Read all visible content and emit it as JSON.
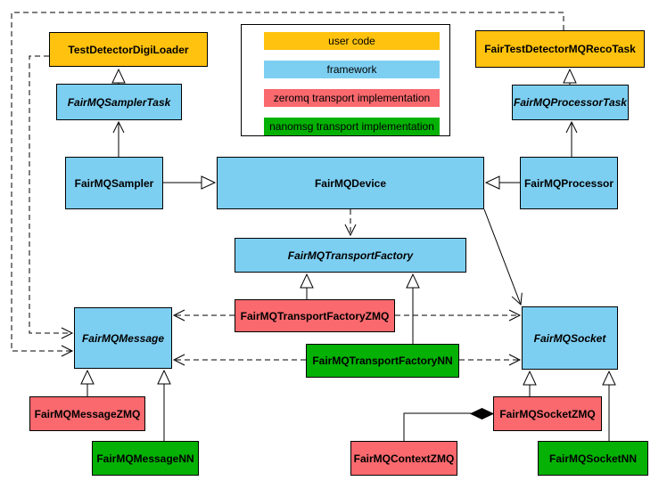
{
  "legend": {
    "items": [
      {
        "label": "user code",
        "color": "#FFC20E"
      },
      {
        "label": "framework",
        "color": "#7DCFF2"
      },
      {
        "label": "zeromq transport implementation",
        "color": "#F9696E"
      },
      {
        "label": "nanomsg transport implementation",
        "color": "#04B104"
      }
    ]
  },
  "nodes": {
    "testDetectorDigiLoader": {
      "label": "TestDetectorDigiLoader",
      "category": "user code",
      "abstract": false
    },
    "fairTestDetectorMQRecoTask": {
      "label": "FairTestDetectorMQRecoTask",
      "category": "user code",
      "abstract": false
    },
    "fairMQSamplerTask": {
      "label": "FairMQSamplerTask",
      "category": "framework",
      "abstract": true
    },
    "fairMQProcessorTask": {
      "label": "FairMQProcessorTask",
      "category": "framework",
      "abstract": true
    },
    "fairMQSampler": {
      "label": "FairMQSampler",
      "category": "framework",
      "abstract": false
    },
    "fairMQDevice": {
      "label": "FairMQDevice",
      "category": "framework",
      "abstract": false
    },
    "fairMQProcessor": {
      "label": "FairMQProcessor",
      "category": "framework",
      "abstract": false
    },
    "fairMQTransportFactory": {
      "label": "FairMQTransportFactory",
      "category": "framework",
      "abstract": true
    },
    "fairMQMessage": {
      "label": "FairMQMessage",
      "category": "framework",
      "abstract": true
    },
    "fairMQSocket": {
      "label": "FairMQSocket",
      "category": "framework",
      "abstract": true
    },
    "fairMQTransportFactoryZMQ": {
      "label": "FairMQTransportFactoryZMQ",
      "category": "zeromq",
      "abstract": false
    },
    "fairMQMessageZMQ": {
      "label": "FairMQMessageZMQ",
      "category": "zeromq",
      "abstract": false
    },
    "fairMQContextZMQ": {
      "label": "FairMQContextZMQ",
      "category": "zeromq",
      "abstract": false
    },
    "fairMQSocketZMQ": {
      "label": "FairMQSocketZMQ",
      "category": "zeromq",
      "abstract": false
    },
    "fairMQTransportFactoryNN": {
      "label": "FairMQTransportFactoryNN",
      "category": "nanomsg",
      "abstract": false
    },
    "fairMQMessageNN": {
      "label": "FairMQMessageNN",
      "category": "nanomsg",
      "abstract": false
    },
    "fairMQSocketNN": {
      "label": "FairMQSocketNN",
      "category": "nanomsg",
      "abstract": false
    }
  },
  "relations": [
    {
      "from": "FairMQSamplerTask",
      "to": "TestDetectorDigiLoader",
      "type": "inheritance"
    },
    {
      "from": "FairMQProcessorTask",
      "to": "FairTestDetectorMQRecoTask",
      "type": "inheritance"
    },
    {
      "from": "FairMQSampler",
      "to": "FairMQSamplerTask",
      "type": "association"
    },
    {
      "from": "FairMQProcessor",
      "to": "FairMQProcessorTask",
      "type": "association"
    },
    {
      "from": "FairMQSampler",
      "to": "FairMQDevice",
      "type": "inheritance"
    },
    {
      "from": "FairMQProcessor",
      "to": "FairMQDevice",
      "type": "inheritance"
    },
    {
      "from": "FairMQDevice",
      "to": "FairMQTransportFactory",
      "type": "dependency"
    },
    {
      "from": "FairMQDevice",
      "to": "FairMQSocket",
      "type": "association"
    },
    {
      "from": "FairMQTransportFactoryZMQ",
      "to": "FairMQTransportFactory",
      "type": "inheritance"
    },
    {
      "from": "FairMQTransportFactoryNN",
      "to": "FairMQTransportFactory",
      "type": "inheritance"
    },
    {
      "from": "FairMQMessageZMQ",
      "to": "FairMQMessage",
      "type": "inheritance"
    },
    {
      "from": "FairMQMessageNN",
      "to": "FairMQMessage",
      "type": "inheritance"
    },
    {
      "from": "FairMQSocketZMQ",
      "to": "FairMQSocket",
      "type": "inheritance"
    },
    {
      "from": "FairMQSocketNN",
      "to": "FairMQSocket",
      "type": "inheritance"
    },
    {
      "from": "FairMQTransportFactoryZMQ",
      "to": "FairMQMessage",
      "type": "dependency"
    },
    {
      "from": "FairMQTransportFactoryZMQ",
      "to": "FairMQSocket",
      "type": "dependency"
    },
    {
      "from": "FairMQTransportFactoryNN",
      "to": "FairMQMessage",
      "type": "dependency"
    },
    {
      "from": "FairMQTransportFactoryNN",
      "to": "FairMQSocket",
      "type": "dependency"
    },
    {
      "from": "TestDetectorDigiLoader",
      "to": "FairMQMessage",
      "type": "dependency"
    },
    {
      "from": "FairTestDetectorMQRecoTask",
      "to": "FairMQMessage",
      "type": "dependency"
    },
    {
      "from": "FairMQContextZMQ",
      "to": "FairMQSocketZMQ",
      "type": "composition"
    }
  ]
}
